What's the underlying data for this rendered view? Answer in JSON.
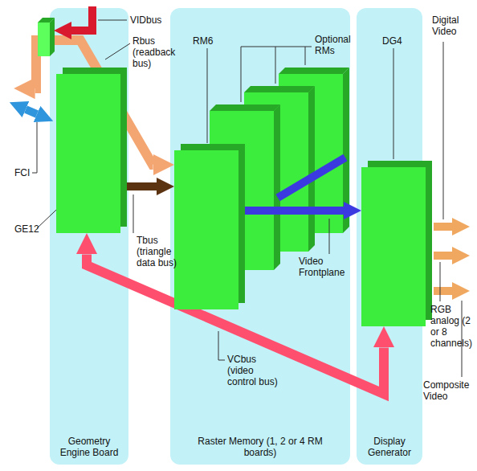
{
  "diagram": {
    "nodes": [
      {
        "text": [
          "Geometry Engine Board"
        ]
      },
      {
        "text": [
          "Raster Memory (1, 2 or 4 RM boards)"
        ]
      },
      {
        "text": [
          "Display Generator"
        ]
      },
      {
        "text": [
          "GE12"
        ],
        "in": 0
      },
      {
        "text": [
          "RM6"
        ],
        "in": 1
      },
      {
        "text": [
          "DG4"
        ],
        "in": 2
      }
    ],
    "edges": [
      {
        "from": 3,
        "to": 4,
        "arrow": "to",
        "label": "Tbus (triangle data bus)"
      },
      {
        "from": 4,
        "to": 3,
        "arrow": "both",
        "label": "Rbus (readback bus)"
      },
      {
        "from": 4,
        "to": 5,
        "arrow": "to",
        "label": "Video Frontplane"
      },
      {
        "from": 3,
        "to": 5,
        "arrow": "both",
        "label": "VCbus (video control bus)"
      }
    ],
    "labels": [
      "VIDbus",
      "FCI",
      "Optional RMs",
      "Digital Video",
      "RGB analog (2 or 8 channels)",
      "Composite Video"
    ]
  }
}
